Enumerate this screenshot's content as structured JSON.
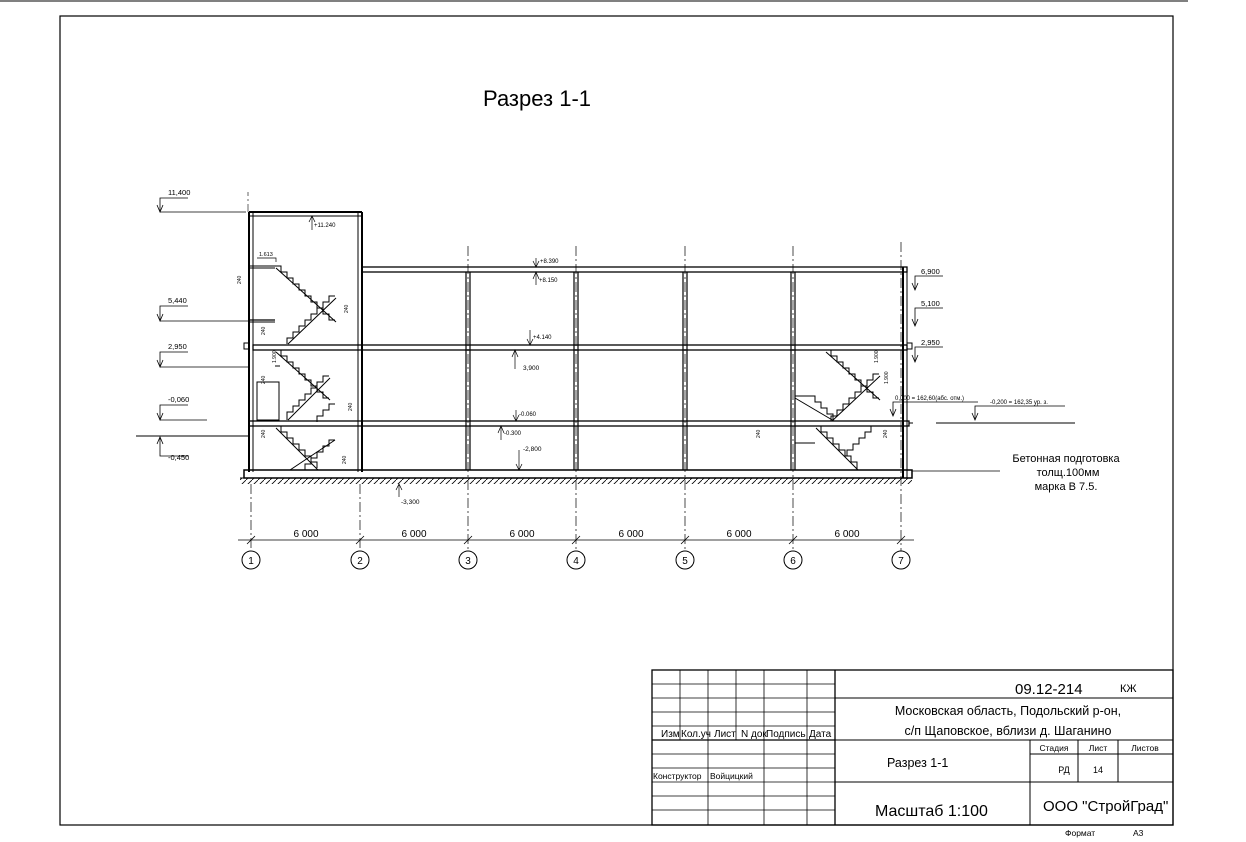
{
  "drawing": {
    "title": "Разрез 1-1",
    "elevations_left": [
      "11,400",
      "5,440",
      "2,950",
      "-0,060",
      "-0,450"
    ],
    "elevations_right": [
      "6,900",
      "5,100",
      "2,950"
    ],
    "absolute_mark": "0,000 = 162,60(абс. отм.)",
    "ground_mark": "-0,200 = 162,35 ур. з.",
    "inner_marks": [
      "+11.240",
      "+8.390",
      "+8.150",
      "+4.140",
      "3,900",
      "-0.060",
      "-0.300",
      "-2,800",
      "-3,300",
      "1.613"
    ],
    "small_dims": [
      "240",
      "240",
      "240",
      "240",
      "240",
      "240",
      "240",
      "240",
      "240",
      "1.900",
      "1.900",
      "1.900"
    ],
    "note_lines": [
      "Бетонная подготовка",
      "толщ.100мм",
      "марка В 7.5."
    ],
    "span_dims": [
      "6 000",
      "6 000",
      "6 000",
      "6 000",
      "6 000",
      "6 000"
    ],
    "axes": [
      "1",
      "2",
      "3",
      "4",
      "5",
      "6",
      "7"
    ]
  },
  "stamp": {
    "code": "09.12-214",
    "mark": "КЖ",
    "address_line1": "Московская область, Подольский р-он,",
    "address_line2": "с/п Щаповское, вблизи д. Шаганино",
    "col_headers": [
      "Изм",
      "Кол.уч",
      "Лист",
      "N док",
      "Подпись",
      "Дата"
    ],
    "role": "Конструктор",
    "person": "Войцицкий",
    "sheet_title": "Разрез 1-1",
    "stage_label": "Стадия",
    "sheet_label": "Лист",
    "sheets_label": "Листов",
    "stage_value": "РД",
    "sheet_value": "14",
    "scale": "Масштаб 1:100",
    "company": "ООО \"СтройГрад\"",
    "format_label": "Формат",
    "format_value": "А3"
  }
}
